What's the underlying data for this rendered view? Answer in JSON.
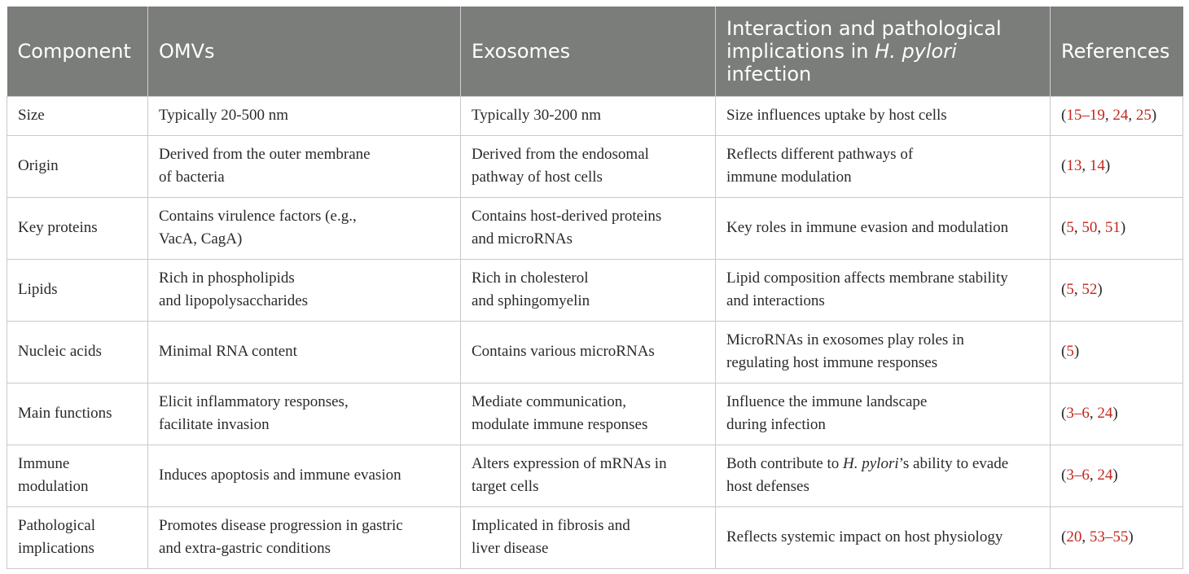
{
  "table": {
    "headers": [
      "Component",
      "OMVs",
      "Exosomes",
      "Interaction and pathological implications in H. pylori infection",
      "References"
    ],
    "header_italic_term": "H. pylori",
    "rows": [
      {
        "component": "Size",
        "omvs": "Typically 20-500 nm",
        "exosomes": "Typically 30-200 nm",
        "interaction": "Size influences uptake by host cells",
        "references": [
          "15–19",
          "24",
          "25"
        ]
      },
      {
        "component": "Origin",
        "omvs": "Derived from the outer membrane\nof bacteria",
        "exosomes": "Derived from the endosomal\npathway of host cells",
        "interaction": "Reflects different pathways of\nimmune modulation",
        "references": [
          "13",
          "14"
        ]
      },
      {
        "component": "Key proteins",
        "omvs": "Contains virulence factors (e.g.,\nVacA, CagA)",
        "exosomes": "Contains host-derived proteins\nand microRNAs",
        "interaction": "Key roles in immune evasion and modulation",
        "references": [
          "5",
          "50",
          "51"
        ]
      },
      {
        "component": "Lipids",
        "omvs": "Rich in phospholipids\nand lipopolysaccharides",
        "exosomes": "Rich in cholesterol\nand sphingomyelin",
        "interaction": "Lipid composition affects membrane stability\nand interactions",
        "references": [
          "5",
          "52"
        ]
      },
      {
        "component": "Nucleic acids",
        "omvs": "Minimal RNA content",
        "exosomes": "Contains various microRNAs",
        "interaction": "MicroRNAs in exosomes play roles in\nregulating host immune responses",
        "references": [
          "5"
        ]
      },
      {
        "component": "Main functions",
        "omvs": "Elicit inflammatory responses,\nfacilitate invasion",
        "exosomes": "Mediate communication,\nmodulate immune responses",
        "interaction": "Influence the immune landscape\nduring infection",
        "references": [
          "3–6",
          "24"
        ]
      },
      {
        "component": "Immune\nmodulation",
        "omvs": "Induces apoptosis and immune evasion",
        "exosomes": "Alters expression of mRNAs in\ntarget cells",
        "interaction": "Both contribute to H. pylori’s ability to evade\nhost defenses",
        "references": [
          "3–6",
          "24"
        ]
      },
      {
        "component": "Pathological\nimplications",
        "omvs": "Promotes disease progression in gastric\nand extra-gastric conditions",
        "exosomes": "Implicated in fibrosis and\nliver disease",
        "interaction": "Reflects systemic impact on host physiology",
        "references": [
          "20",
          "53–55"
        ]
      }
    ]
  }
}
